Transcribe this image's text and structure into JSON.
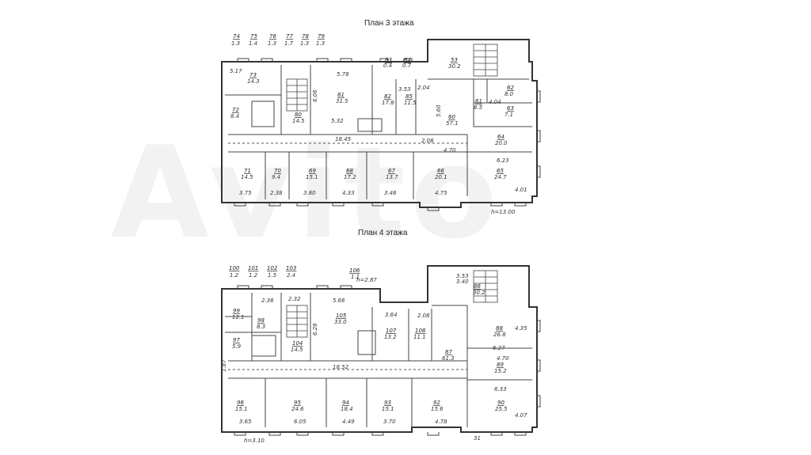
{
  "watermark": "Avito",
  "floor3": {
    "title": "План 3 этажа",
    "elevation": "h=13.00",
    "top_labels": [
      {
        "num": "74",
        "area": "1.3"
      },
      {
        "num": "75",
        "area": "1.4"
      },
      {
        "num": "76",
        "area": "1.3"
      },
      {
        "num": "77",
        "area": "1.7"
      },
      {
        "num": "78",
        "area": "1.3"
      },
      {
        "num": "79",
        "area": "1.3"
      }
    ],
    "rooms": [
      {
        "num": "73",
        "area": "14.3"
      },
      {
        "num": "72",
        "area": "8.4"
      },
      {
        "num": "81",
        "area": "31.5"
      },
      {
        "num": "80",
        "area": "14.5"
      },
      {
        "num": "83",
        "area": "0.4"
      },
      {
        "num": "84",
        "area": "0.7"
      },
      {
        "num": "82",
        "area": "17.8"
      },
      {
        "num": "85",
        "area": "11.5"
      },
      {
        "num": "60",
        "area": "57.1"
      },
      {
        "num": "53",
        "area": "30.2"
      },
      {
        "num": "62",
        "area": "8.0"
      },
      {
        "num": "61",
        "area": "8.5"
      },
      {
        "num": "63",
        "area": "7.1"
      },
      {
        "num": "64",
        "area": "20.0"
      },
      {
        "num": "71",
        "area": "14.5"
      },
      {
        "num": "70",
        "area": "9.4"
      },
      {
        "num": "69",
        "area": "15.1"
      },
      {
        "num": "68",
        "area": "17.2"
      },
      {
        "num": "67",
        "area": "13.7"
      },
      {
        "num": "66",
        "area": "20.1"
      },
      {
        "num": "65",
        "area": "24.7"
      }
    ],
    "dims": [
      "5.17",
      "5.78",
      "6.06",
      "5.32",
      "3.53",
      "2.04",
      "4.04",
      "18.45",
      "3.75",
      "2.38",
      "3.80",
      "4.33",
      "3.46",
      "4.75",
      "4.01",
      "4.70",
      "6.23",
      "2.08",
      "5.60"
    ]
  },
  "floor4": {
    "title": "План 4 этажа",
    "elevation": "h=3.10",
    "top_labels": [
      {
        "num": "100",
        "area": "1.2"
      },
      {
        "num": "101",
        "area": "1.2"
      },
      {
        "num": "102",
        "area": "1.5"
      },
      {
        "num": "103",
        "area": "2.4"
      }
    ],
    "rooms": [
      {
        "num": "105",
        "area": "33.0"
      },
      {
        "num": "106",
        "area": "1.1"
      },
      {
        "num": "107",
        "area": "13.2"
      },
      {
        "num": "108",
        "area": "11.1"
      },
      {
        "num": "86",
        "area": "30.2"
      },
      {
        "num": "87",
        "area": "61.3"
      },
      {
        "num": "88",
        "area": "26.8"
      },
      {
        "num": "89",
        "area": "15.2"
      },
      {
        "num": "99",
        "area": "12.1"
      },
      {
        "num": "98",
        "area": "8.3"
      },
      {
        "num": "97",
        "area": "5.9"
      },
      {
        "num": "104",
        "area": "14.5"
      },
      {
        "num": "96",
        "area": "15.1"
      },
      {
        "num": "95",
        "area": "24.6"
      },
      {
        "num": "94",
        "area": "18.4"
      },
      {
        "num": "93",
        "area": "15.1"
      },
      {
        "num": "92",
        "area": "15.6"
      },
      {
        "num": "90",
        "area": "25.5"
      }
    ],
    "dims": [
      "5.66",
      "6.28",
      "3.64",
      "3.53",
      "3.40",
      "2.08",
      "18.52",
      "6.27",
      "4.70",
      "6.33",
      "3.65",
      "6.05",
      "4.49",
      "3.70",
      "4.78",
      "4.07",
      "4.35",
      "2.32",
      "2.36",
      "1.87"
    ],
    "bottom_mark": "31",
    "h_mark": "h=2.87"
  }
}
